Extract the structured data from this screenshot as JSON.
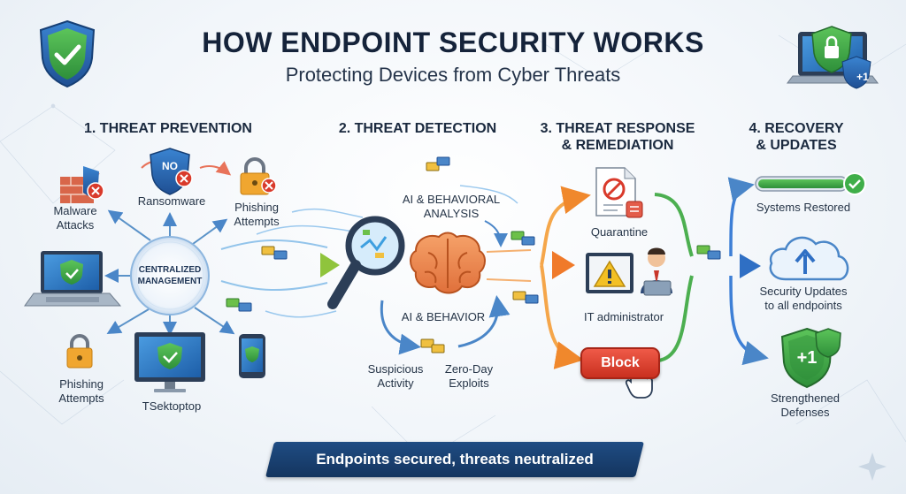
{
  "header": {
    "title": "HOW ENDPOINT SECURITY WORKS",
    "subtitle": "Protecting Devices from Cyber Threats"
  },
  "stages": {
    "prevention": {
      "heading": "1. THREAT PREVENTION",
      "hub_line1": "CENTRALIZED",
      "hub_line2": "MANAGEMENT",
      "no_badge": "NO",
      "malware_1": "Malware",
      "malware_2": "Attacks",
      "ransomware": "Ransomware",
      "phishing_top_1": "Phishing",
      "phishing_top_2": "Attempts",
      "phishing_bottom_1": "Phishing",
      "phishing_bottom_2": "Attempts",
      "desktop": "TSektoptop"
    },
    "detection": {
      "heading": "2. THREAT DETECTION",
      "analysis_1": "AI & BEHAVIORAL",
      "analysis_2": "ANALYSIS",
      "ai_behavior": "AI & BEHAVIOR",
      "suspicious_1": "Suspicious",
      "suspicious_2": "Activity",
      "zeroday_1": "Zero-Day",
      "zeroday_2": "Exploits"
    },
    "response": {
      "heading_1": "3. THREAT RESPONSE",
      "heading_2": "& REMEDIATION",
      "quarantine": "Quarantine",
      "it_admin": "IT administrator",
      "block": "Block"
    },
    "recovery": {
      "heading_1": "4. RECOVERY",
      "heading_2": "& UPDATES",
      "restored": "Systems Restored",
      "updates_1": "Security Updates",
      "updates_2": "to all endpoints",
      "badge": "+1",
      "strengthened_1": "Strengthened",
      "strengthened_2": "Defenses"
    }
  },
  "laptop_badge": "+1",
  "banner": "Endpoints secured, threats neutralized",
  "colors": {
    "navy": "#15233a",
    "shield_blue": "#2f6fb3",
    "shield_green": "#3fae49",
    "threat_red": "#d93a2b",
    "arrow_orange": "#f39a2e",
    "arrow_green": "#4caf50",
    "arrow_blue": "#3d7fd6"
  }
}
